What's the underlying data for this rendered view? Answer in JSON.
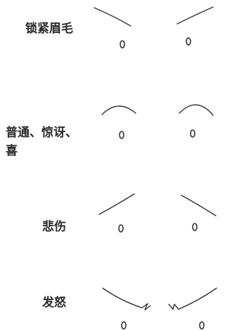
{
  "expressions": [
    {
      "label": "锁紧眉毛",
      "type": "frown"
    },
    {
      "label": "普通、惊讶、\n喜",
      "type": "normal"
    },
    {
      "label": "悲伤",
      "type": "sad"
    },
    {
      "label": "发怒",
      "type": "angry"
    }
  ],
  "colors": {
    "text": "#2b2b2b",
    "line": "#333333",
    "background": "#ffffff"
  }
}
